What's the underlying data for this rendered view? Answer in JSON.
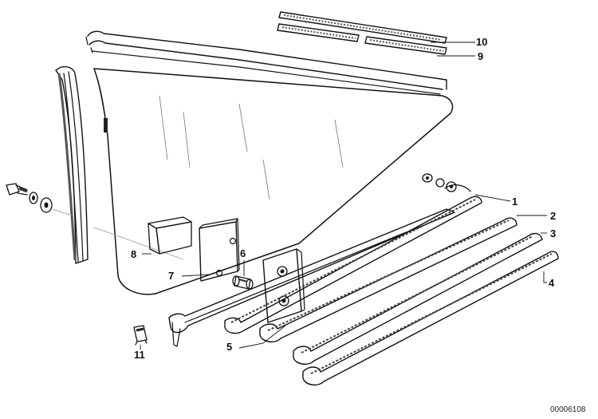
{
  "diagram": {
    "colors": {
      "ink": "#111111",
      "paper": "#ffffff",
      "shade": "#d9d9d9",
      "dark": "#555555"
    },
    "callouts": [
      "1",
      "2",
      "3",
      "4",
      "5",
      "6",
      "7",
      "8",
      "9",
      "10",
      "11"
    ],
    "document_number": "00006108"
  }
}
